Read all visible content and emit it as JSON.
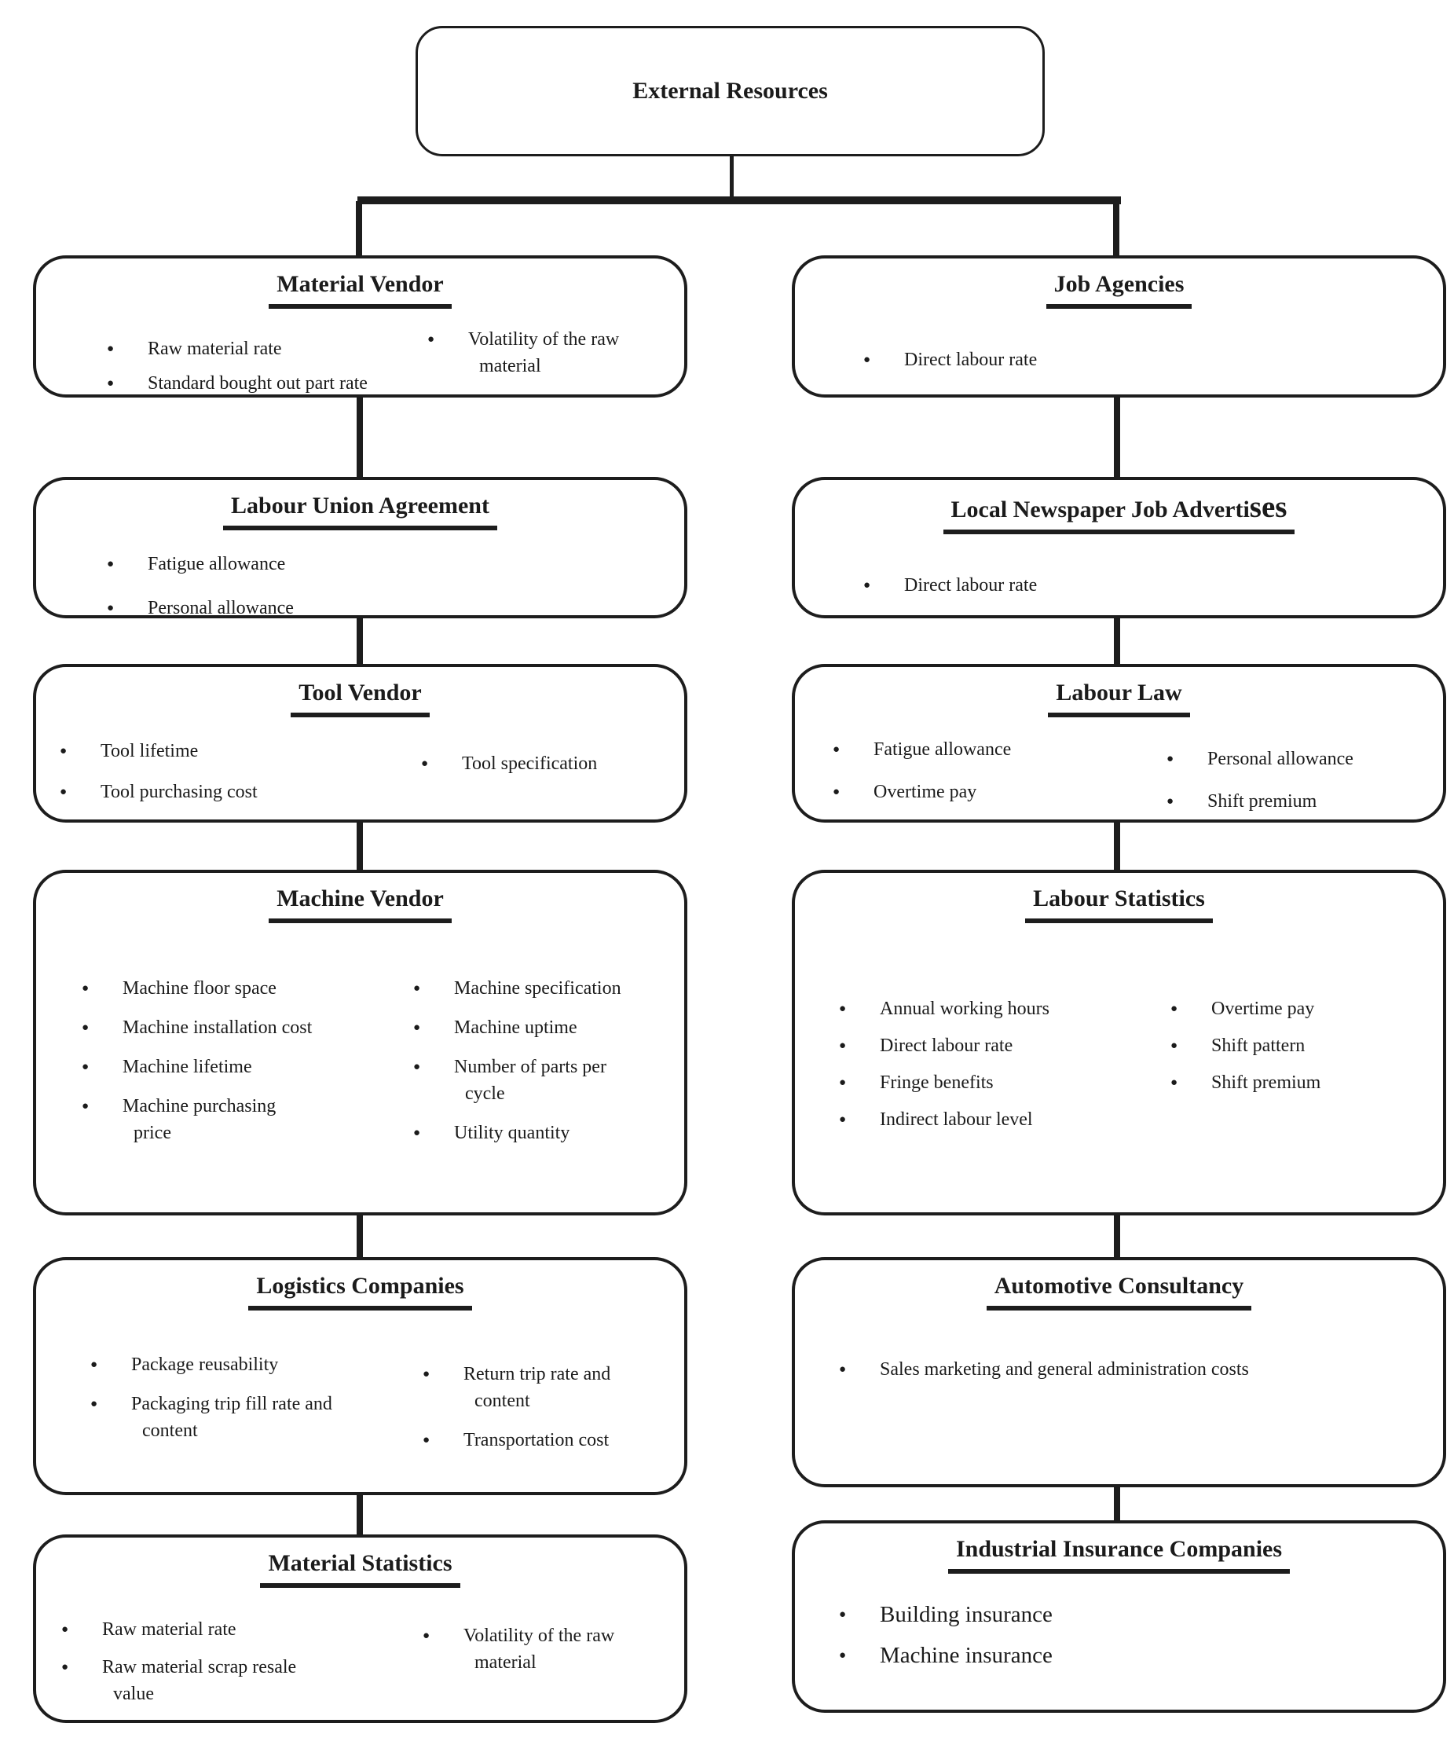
{
  "root": {
    "title": "External Resources"
  },
  "boxes": {
    "material_vendor": {
      "title": "Material Vendor",
      "col1": [
        "Raw material rate",
        "Standard bought out part rate"
      ],
      "col2": [
        "Volatility of the  raw material"
      ]
    },
    "labour_union": {
      "title": "Labour Union Agreement",
      "col1": [
        "Fatigue allowance",
        "Personal allowance"
      ]
    },
    "tool_vendor": {
      "title": "Tool Vendor",
      "col1": [
        "Tool lifetime",
        "Tool purchasing cost"
      ],
      "col2": [
        "Tool specification"
      ]
    },
    "machine_vendor": {
      "title": "Machine Vendor",
      "col1": [
        "Machine floor space",
        "Machine installation cost",
        "Machine lifetime",
        "Machine purchasing price"
      ],
      "col2": [
        "Machine specification",
        "Machine uptime",
        "Number of parts per cycle",
        "Utility quantity"
      ]
    },
    "logistics": {
      "title": "Logistics Companies",
      "col1": [
        "Package reusability",
        "Packaging trip fill rate and content"
      ],
      "col2": [
        "Return trip rate and content",
        "Transportation cost"
      ]
    },
    "material_statistics": {
      "title": "Material Statistics",
      "col1": [
        "Raw material rate",
        "Raw material scrap resale value"
      ],
      "col2": [
        "Volatility of  the raw material"
      ]
    },
    "job_agencies": {
      "title": "Job Agencies",
      "col1": [
        "Direct labour rate"
      ]
    },
    "local_newspaper": {
      "title": "Local Newspaper Job Adverti",
      "title_suffix": "ses",
      "col1": [
        "Direct labour rate"
      ]
    },
    "labour_law": {
      "title": "Labour Law",
      "col1": [
        "Fatigue allowance",
        "Overtime pay"
      ],
      "col2": [
        "Personal allowance",
        "Shift premium"
      ]
    },
    "labour_statistics": {
      "title": "Labour Statistics",
      "col1": [
        "Annual working hours",
        "Direct labour rate",
        "Fringe benefits",
        "Indirect labour level"
      ],
      "col2": [
        "Overtime pay",
        "Shift pattern",
        "Shift premium"
      ]
    },
    "automotive": {
      "title": "Automotive Consultancy",
      "col1": [
        "Sales marketing and general administration  costs"
      ]
    },
    "industrial_insurance": {
      "title": "Industrial Insurance Companies",
      "col1": [
        "Building insurance",
        "Machine insurance"
      ]
    }
  }
}
